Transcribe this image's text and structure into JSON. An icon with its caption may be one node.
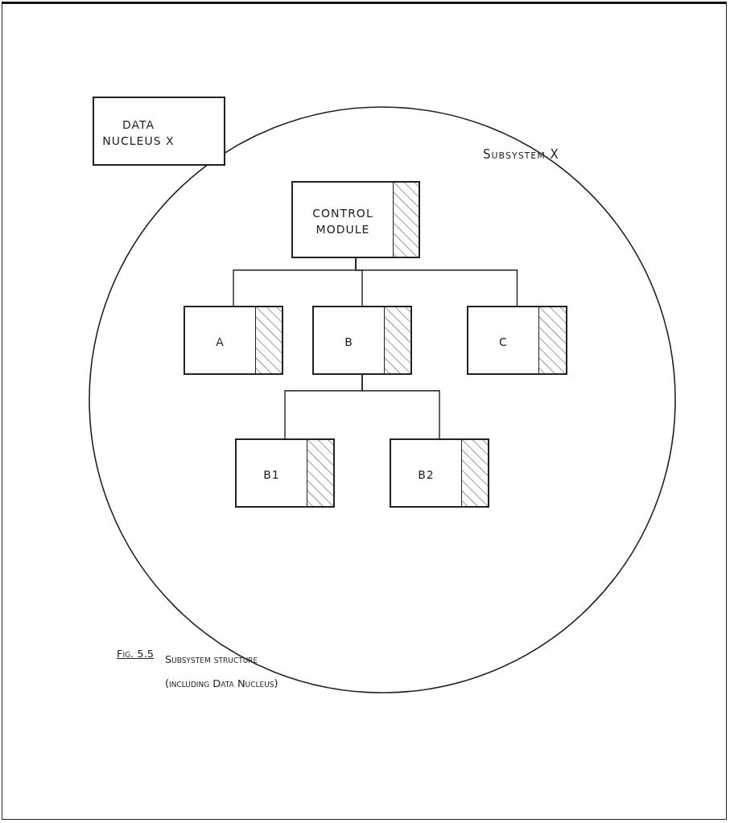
{
  "diagram": {
    "caption": "Subsystem structure (including Data Nucleus)",
    "nodes": [
      {
        "text": [
          "Subsystem X"
        ]
      },
      {
        "text": [
          "DATA NUCLEUS X"
        ]
      },
      {
        "text": [
          "CONTROL MODULE"
        ],
        "in": 0
      },
      {
        "text": [
          "A"
        ],
        "in": 0
      },
      {
        "text": [
          "B"
        ],
        "in": 0
      },
      {
        "text": [
          "C"
        ],
        "in": 0
      },
      {
        "text": [
          "B1"
        ],
        "in": 0
      },
      {
        "text": [
          "B2"
        ],
        "in": 0
      }
    ],
    "edges": [
      {
        "from": 2,
        "to": 3,
        "arrow": "none"
      },
      {
        "from": 2,
        "to": 4,
        "arrow": "none"
      },
      {
        "from": 2,
        "to": 5,
        "arrow": "none"
      },
      {
        "from": 4,
        "to": 6,
        "arrow": "none"
      },
      {
        "from": 4,
        "to": 7,
        "arrow": "none"
      }
    ],
    "labels": [
      "Fig. 5.5"
    ]
  }
}
